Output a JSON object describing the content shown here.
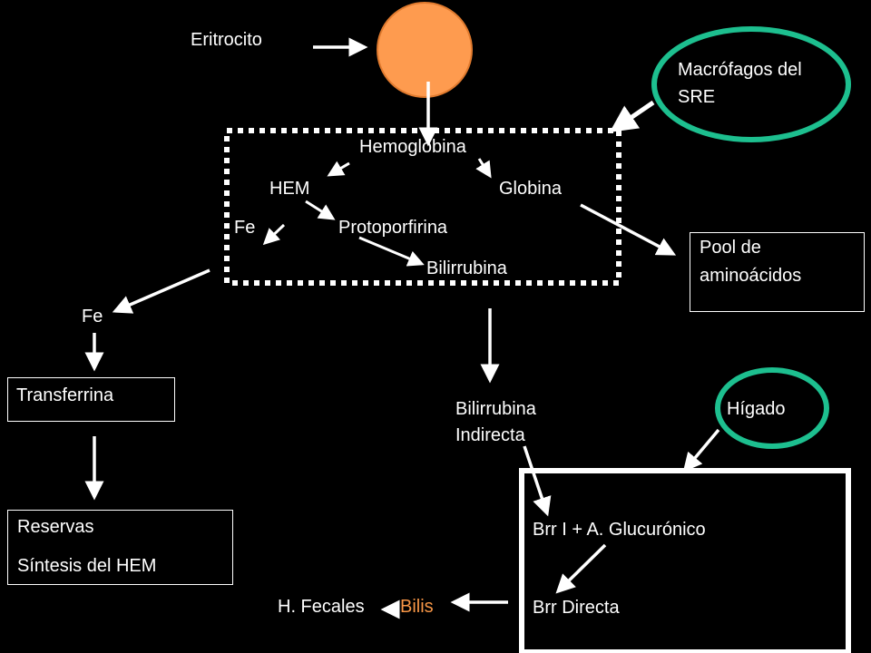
{
  "colors": {
    "background": "#000000",
    "foreground": "#ffffff",
    "erythrocyte_fill": "#fe9b4f",
    "erythrocyte_stroke": "#e07a2e",
    "ellipse_stroke": "#1dbf8f",
    "bilis_text": "#f79646"
  },
  "nodes": {
    "eritrocito": "Eritrocito",
    "macrofagos_line1": "Macrófagos del",
    "macrofagos_line2": "SRE",
    "hemoglobina": "Hemoglobina",
    "hem": "HEM",
    "globina": "Globina",
    "fe_inner": "Fe",
    "protoporfirina": "Protoporfirina",
    "bilirrubina": "Bilirrubina",
    "pool_line1": "Pool de",
    "pool_line2": "aminoácidos",
    "fe_outer": "Fe",
    "transferrina": "Transferrina",
    "reservas": "Reservas",
    "sintesis": "Síntesis del HEM",
    "bili_ind_line1": "Bilirrubina",
    "bili_ind_line2": "Indirecta",
    "higado": "Hígado",
    "brr_i": "Brr I + A. Glucurónico",
    "brr_directa": "Brr Directa",
    "bilis": "Bilis",
    "h_fecales": "H. Fecales"
  }
}
